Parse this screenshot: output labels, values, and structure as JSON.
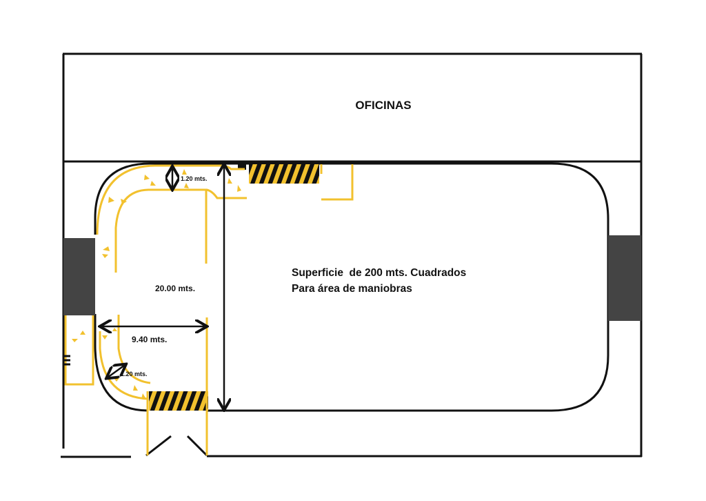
{
  "plan": {
    "offices_label": "OFICINAS",
    "area_line1": "Superficie  de 200 mts. Cuadrados",
    "area_line2": "Para área de maniobras",
    "dim_length": "20.00 mts.",
    "dim_width": "9.40 mts.",
    "dim_lane_top": "1.20 mts.",
    "dim_lane_bottom": "1.20 mts."
  },
  "colors": {
    "yellow": "#f2c12e",
    "wall": "#111111",
    "block": "#444444"
  }
}
